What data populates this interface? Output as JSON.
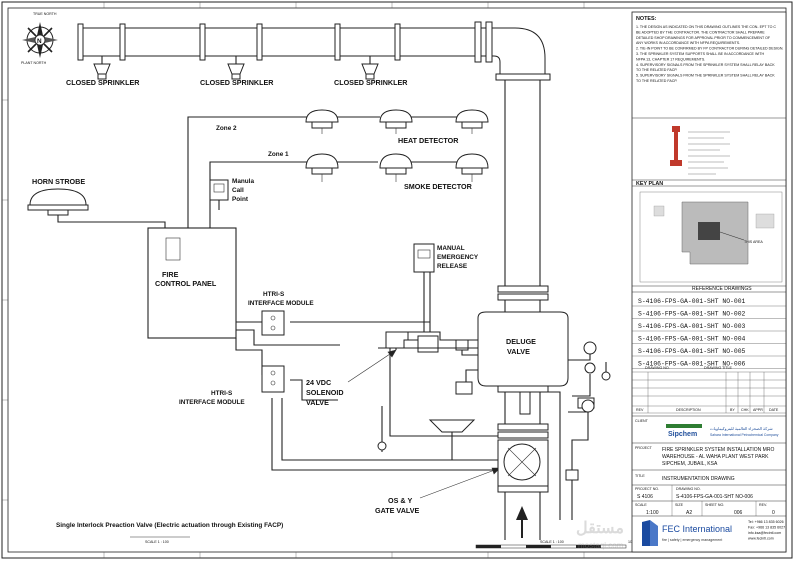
{
  "colors": {
    "line": "#222222",
    "logo_red": "#c0392b",
    "logo_green": "#2e7d32",
    "logo_blue": "#1f4e9b",
    "fec_blue": "#1a4aa0"
  },
  "compass": {
    "top_text": "TRUE NORTH",
    "bottom_text": "PLANT NORTH",
    "letter": "N"
  },
  "sprinklers": [
    {
      "label": "CLOSED SPRINKLER"
    },
    {
      "label": "CLOSED SPRINKLER"
    },
    {
      "label": "CLOSED SPRINKLER"
    }
  ],
  "zones": {
    "zone2": "Zone 2",
    "zone1": "Zone 1"
  },
  "detectors": {
    "heat": "HEAT DETECTOR",
    "smoke": "SMOKE DETECTOR"
  },
  "horn": {
    "label": "HORN STROBE"
  },
  "manual_call": {
    "line1": "Manula",
    "line2": "Call",
    "line3": "Point"
  },
  "panel": {
    "line1": "FIRE",
    "line2": "CONTROL  PANEL"
  },
  "interface1": {
    "line1": "HTRI-S",
    "line2": "INTERFACE MODULE"
  },
  "interface2": {
    "line1": "HTRI-S",
    "line2": "INTERFACE MODULE"
  },
  "manual_release": {
    "line1": "MANUAL",
    "line2": "EMERGENCY",
    "line3": "RELEASE"
  },
  "deluge": {
    "line1": "DELUGE",
    "line2": "VALVE"
  },
  "solenoid": {
    "line1": "24 VDC",
    "line2": "SOLENOID",
    "line3": "VALVE"
  },
  "osy": {
    "line1": "OS & Y",
    "line2": "GATE VALVE"
  },
  "caption": "Single Interlock  Preaction Valve (Electric actuation through Existing FACP)",
  "scale_left": "SCALE 1 : 100",
  "scale_right": "SCALE 1 : 100",
  "scale_bar_end": "10M",
  "watermark": {
    "arabic": "مستقل",
    "latin": "mostaql.com"
  },
  "title_block": {
    "notes_header": "NOTES:",
    "notes": [
      "1.  THE DESIGN AS INDICATED ON THIS DRAWING OUTLINES THE CON- EPT TO C",
      "    BE ADOPTED BY THE CONTRACTOR. THE CONTRACTOR SHALL PREPARE",
      "    DETAILED SHOP DRAWINGS FOR APPROVAL PRIOR TO COMMENCEMENT OF",
      "    ANY WORKS IN ACCORDANCE WITH NFPA REQUIREMENTS.",
      "2.  TIE-IN POINT TO BE CONFIRMED BY FP CONTRACTOR DURING DETAILED DESIGN.",
      "3.  THE SPRINKLER SYSTEM SUPPORTS SHALL BE IN ACCORDANCE WITH",
      "    NFPA 13, CHAPTER 17 REQUIREMENTS.",
      "4.  SUPERVISORY SIGNALS FROM THE SPRINKLER SYSTEM SHALL RELAY BACK",
      "    TO THE RELATED FACP.",
      "5.  SUPERVISORY SIGNALS FROM THE SPRINKLER SYSTEM SHALL RELAY BACK",
      "    TO THE RELATED FACP."
    ],
    "key_plan_header": "KEY PLAN",
    "key_plan_tag": "THIS AREA",
    "ref_header": "REFERENCE DRAWINGS",
    "ref_drawings": [
      "S-4106-FPS-GA-001-SHT NO-001",
      "S-4106-FPS-GA-001-SHT NO-002",
      "S-4106-FPS-GA-001-SHT NO-003",
      "S-4106-FPS-GA-001-SHT NO-004",
      "S-4106-FPS-GA-001-SHT NO-005",
      "S-4106-FPS-GA-001-SHT NO-006"
    ],
    "drawing_no_col": "DRAWING NO.",
    "drawing_title_col": "DRAWING TITLE",
    "rev_cols": [
      "REV",
      "DESCRIPTION",
      "BY",
      "CHK",
      "APPR",
      "DATE"
    ],
    "client_label": "CLIENT",
    "client_name": "Sipchem",
    "client_arabic": "شركة الصحراء العالمية للبتروكيماويات",
    "client_english": "Sahara International Petrochemical Company",
    "project_label": "PROJECT",
    "project_lines": [
      "FIRE SPRINKLER SYSTEM INSTALLATION MRO",
      "WAREHOUSE - AL WAHA PLANT WEST PARK",
      "SIPCHEM, JUBAIL, KSA"
    ],
    "title_label": "TITLE",
    "title_text": "INSTRUMENTATION DRAWING",
    "project_no_label": "PROJECT NO.",
    "project_no": "S 4106",
    "drawing_no_label": "DRAWING NO.",
    "drawing_no": "S-4106-FPS-GA-001-SHT NO-006",
    "scale_label": "SCALE",
    "scale_value": "1:100",
    "size_label": "SIZE",
    "size_value": "A2",
    "sheet_no_label": "SHEET NO.",
    "sheet_no": "006",
    "rev_label": "REV.",
    "rev_value": "0",
    "fec_name": "FEC International",
    "fec_tagline": "fire | safety | emergency management",
    "fec_contact": [
      "Tel: +966 13 835 6026",
      "Fax: +966 13 835 6027",
      "info.ksa@fecintl.com",
      "www.fecintl.com"
    ]
  }
}
